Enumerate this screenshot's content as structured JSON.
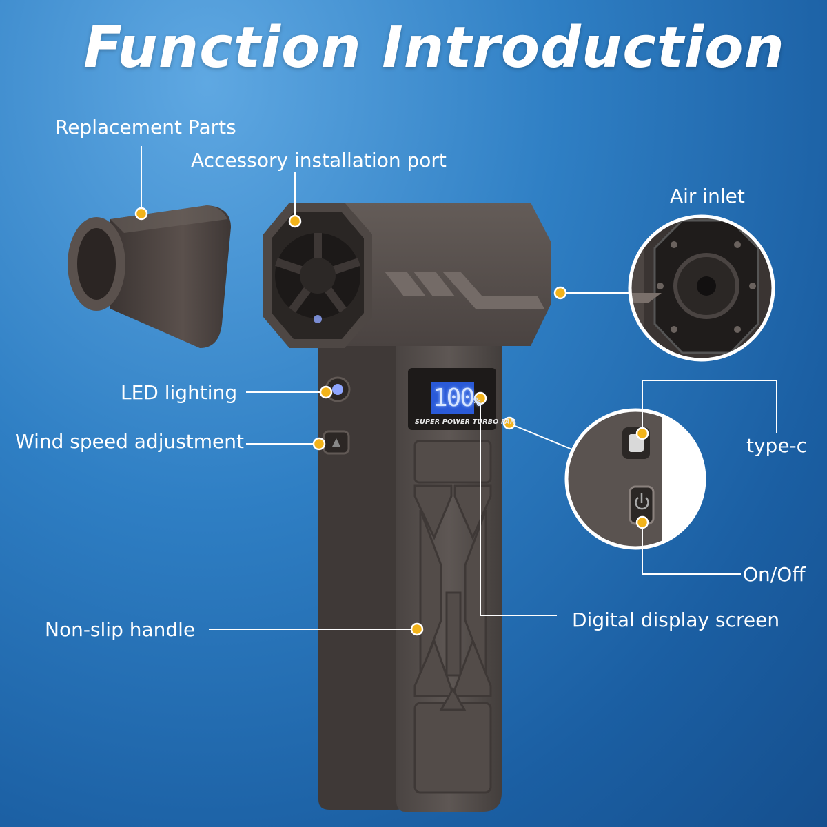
{
  "title": "Function Introduction",
  "labels": {
    "replacement_parts": "Replacement Parts",
    "accessory_port": "Accessory installation port",
    "air_inlet": "Air inlet",
    "led_lighting": "LED lighting",
    "wind_speed": "Wind speed adjustment",
    "type_c": "type-c",
    "on_off": "On/Off",
    "digital_display": "Digital display screen",
    "non_slip_handle": "Non-slip handle"
  },
  "product": {
    "display_value": "100",
    "display_unit": "%",
    "brand_text": "SUPER POWER TURBO FAN"
  },
  "colors": {
    "background": "#2f7fc4",
    "marker": "#f2b31a",
    "body": "#5a5350",
    "lcd": "#2a5ad8"
  }
}
